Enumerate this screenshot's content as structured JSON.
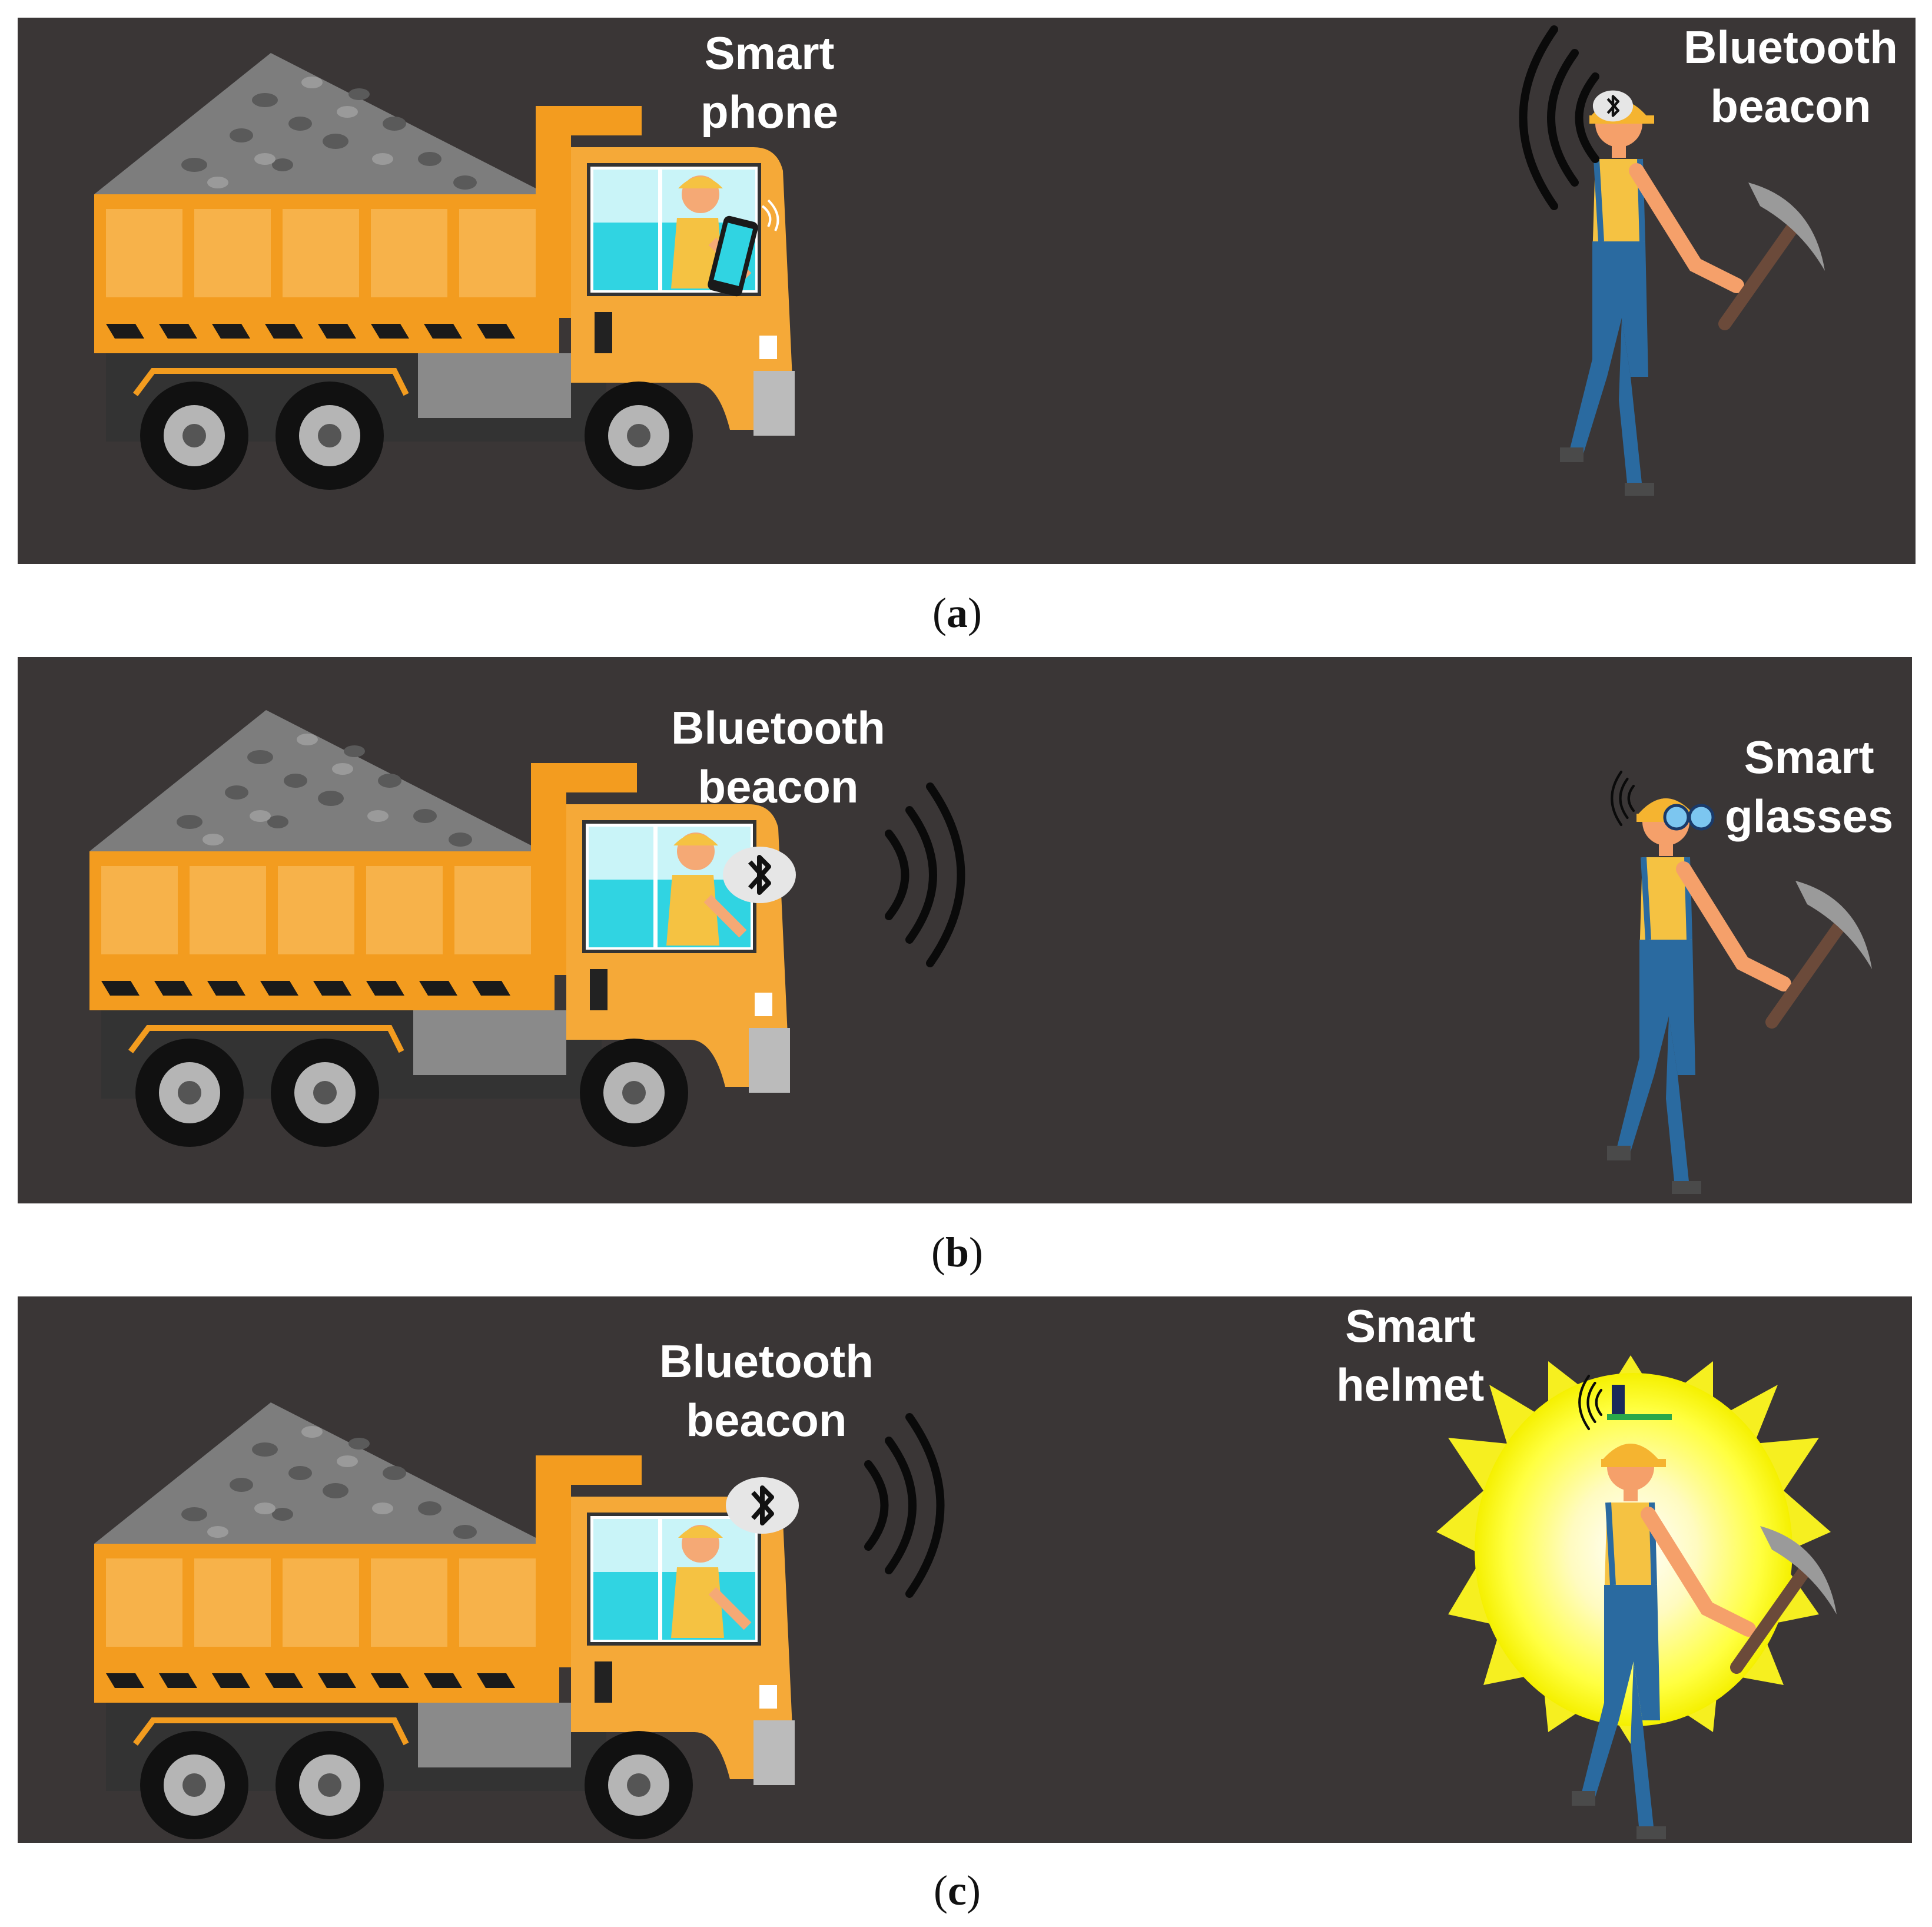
{
  "panels": [
    {
      "id": "a",
      "caption_open": "(",
      "caption_letter": "a",
      "caption_close": ")",
      "vehicle_label": [
        "Smart",
        "phone"
      ],
      "worker_label": [
        "Bluetooth",
        "beacon"
      ]
    },
    {
      "id": "b",
      "caption_open": "(",
      "caption_letter": "b",
      "caption_close": ")",
      "vehicle_label": [
        "Bluetooth",
        "beacon"
      ],
      "worker_label": [
        "Smart",
        "glasses"
      ]
    },
    {
      "id": "c",
      "caption_open": "(",
      "caption_letter": "c",
      "caption_close": ")",
      "vehicle_label": [
        "Bluetooth",
        "beacon"
      ],
      "worker_label": [
        "Smart",
        "helmet"
      ]
    }
  ],
  "colors": {
    "background": "#3a3636",
    "truck_body": "#f0a030",
    "truck_bed": "#f39c1f",
    "gravel": "#7a7a7a",
    "window": "#35d6e4",
    "worker_shirt": "#f5c242",
    "worker_overalls": "#2a6aa0",
    "label_text": "#ffffff",
    "glow": "#ffff40"
  },
  "icons": [
    "truck-icon",
    "worker-icon",
    "smartphone-icon",
    "bluetooth-icon",
    "signal-waves-icon",
    "pickaxe-icon",
    "smart-glasses-icon",
    "smart-helmet-icon",
    "glow-alert-icon"
  ]
}
